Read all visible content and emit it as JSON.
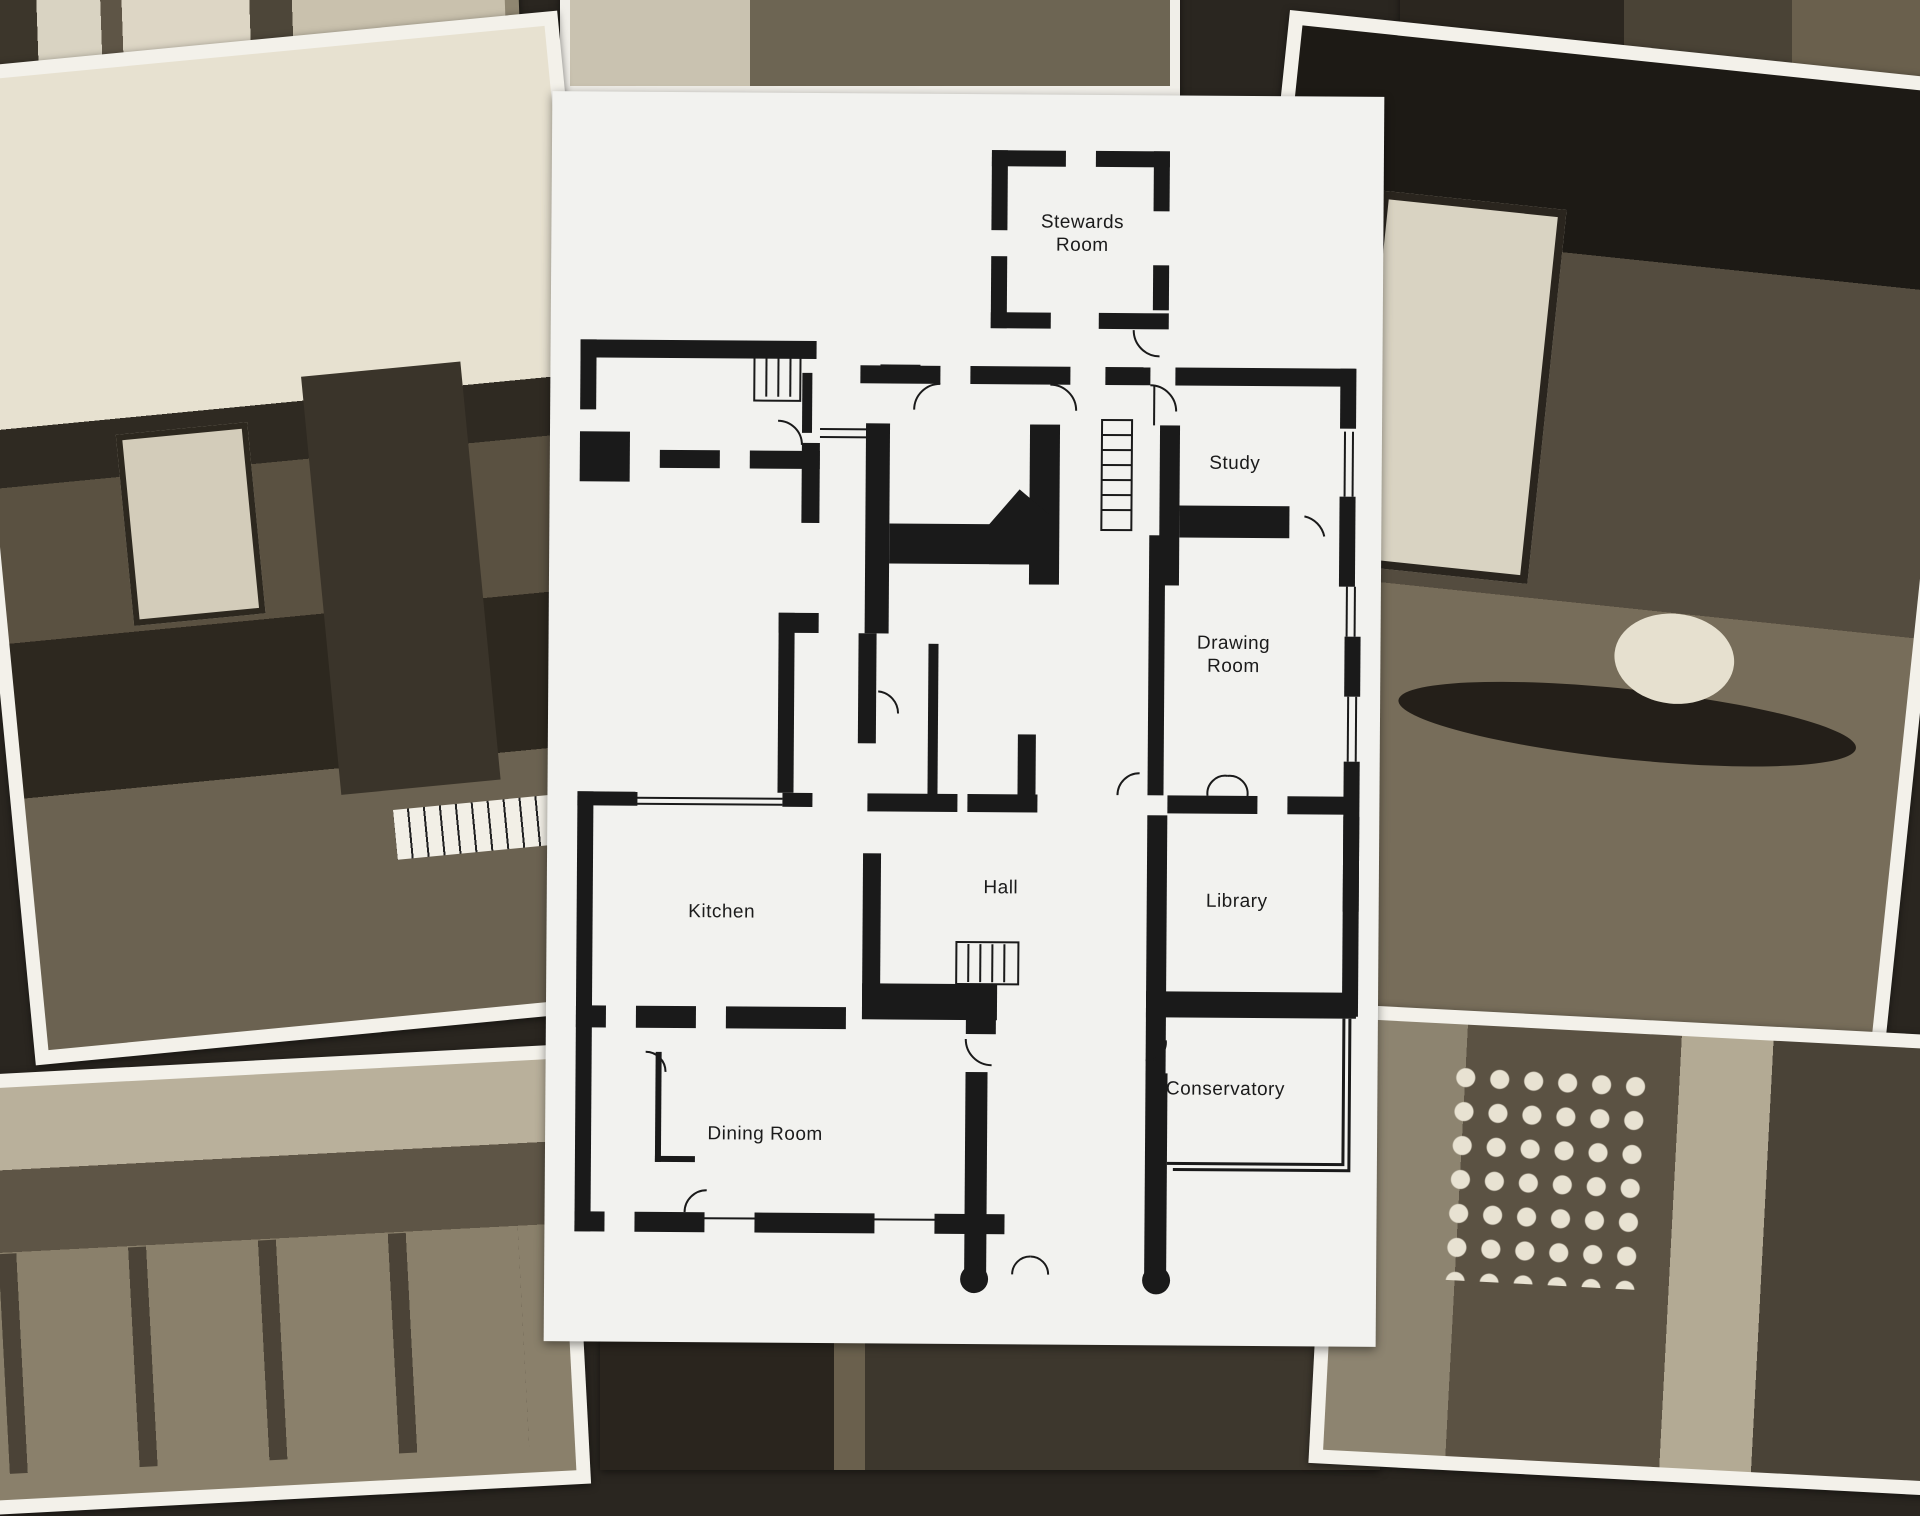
{
  "scene": {
    "description": "Printed floor plan laid over scattered sepia photographs of historic house interiors",
    "background_color": "#2a2620",
    "sheet_color": "#f2f2ef",
    "wall_color": "#1a1a1a"
  },
  "floor_plan": {
    "rooms": [
      {
        "id": "stewards-room",
        "label_line1": "Stewards",
        "label_line2": "Room"
      },
      {
        "id": "study",
        "label_line1": "Study"
      },
      {
        "id": "drawing-room",
        "label_line1": "Drawing",
        "label_line2": "Room"
      },
      {
        "id": "hall",
        "label_line1": "Hall"
      },
      {
        "id": "kitchen",
        "label_line1": "Kitchen"
      },
      {
        "id": "library",
        "label_line1": "Library"
      },
      {
        "id": "conservatory",
        "label_line1": "Conservatory"
      },
      {
        "id": "dining-room",
        "label_line1": "Dining Room"
      }
    ]
  },
  "photos": [
    {
      "id": "top-left",
      "subject": "hallway with windows",
      "tone": "#8f8671"
    },
    {
      "id": "left",
      "subject": "timber-roof reading room with piano and bentwood chairs",
      "tone": "#b9b09b"
    },
    {
      "id": "bottom-left",
      "subject": "classroom with desks and chairs",
      "tone": "#7d735f"
    },
    {
      "id": "top-center",
      "subject": "room interior",
      "tone": "#6d6553"
    },
    {
      "id": "top-right",
      "subject": "room with framed painting",
      "tone": "#4a4336"
    },
    {
      "id": "right",
      "subject": "panelled dining room with gate-leg table and flowers",
      "tone": "#5c5446"
    },
    {
      "id": "bottom-right",
      "subject": "kitchen with dresser of plates",
      "tone": "#6e6450"
    },
    {
      "id": "bottom-center",
      "subject": "room interior",
      "tone": "#4c4538"
    }
  ]
}
